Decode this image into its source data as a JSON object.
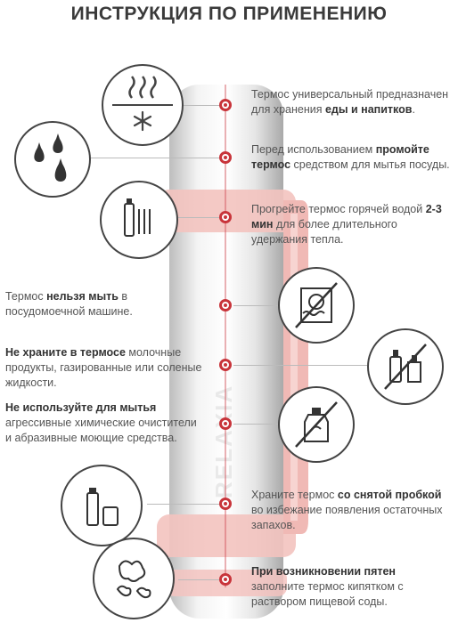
{
  "title": "ИНСТРУКЦИЯ ПО ПРИМЕНЕНИЮ",
  "brand": "RELAXIA",
  "colors": {
    "accent": "#c8343a",
    "handle": "#f0b9b5",
    "steel": "#e3e3e3"
  },
  "items": [
    {
      "side": "right",
      "pre": "Термос универсальный предназначен для хранения ",
      "bold": "еды и напитков",
      "post": ".",
      "icon": "steam-snowflake-icon"
    },
    {
      "side": "right",
      "pre": "Перед использованием ",
      "bold": "промойте термос",
      "post": " средством для мытья посуды.",
      "icon": "water-drops-icon"
    },
    {
      "side": "right",
      "pre": "Прогрейте термос горячей водой ",
      "bold": "2-3 мин",
      "post": " для более длительного удержания тепла.",
      "icon": "thermos-icon"
    },
    {
      "side": "left",
      "pre": "Термос ",
      "bold": "нельзя мыть",
      "post": " в посудомоечной машине.",
      "icon": "no-dishwasher-icon"
    },
    {
      "side": "left",
      "pre": "",
      "bold": "Не храните в термосе",
      "post": " молочные продукты, газированные или соленые жидкости.",
      "icon": "no-bottles-icon"
    },
    {
      "side": "left",
      "pre": "",
      "bold": "Не используйте для мытья",
      "post": " агрессивные химические очистители и абразивные моющие средства.",
      "icon": "no-detergent-icon"
    },
    {
      "side": "right",
      "pre": "Храните термос ",
      "bold": "со снятой пробкой",
      "post": " во избежание появления остаточных запахов.",
      "icon": "thermos-cap-off-icon"
    },
    {
      "side": "right",
      "pre": "",
      "bold": "При возникновении пятен",
      "post": " заполните термос кипятком с раствором пищевой соды.",
      "icon": "baking-soda-icon"
    }
  ]
}
